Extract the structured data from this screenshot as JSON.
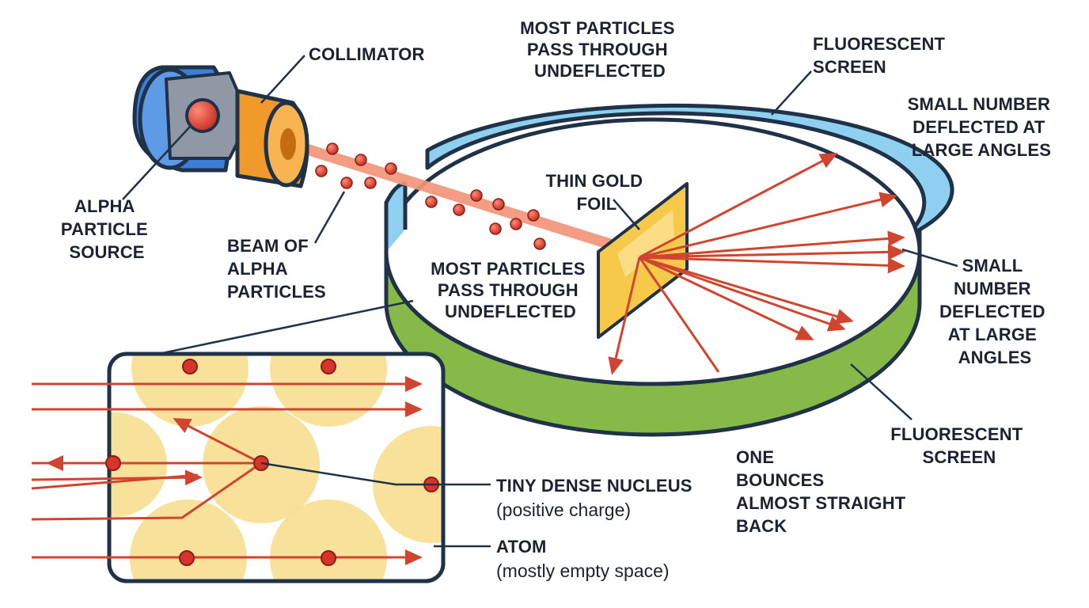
{
  "labels": {
    "collimator": "COLLIMATOR",
    "alpha_source": [
      "ALPHA",
      "PARTICLE",
      "SOURCE"
    ],
    "beam": [
      "BEAM OF",
      "ALPHA",
      "PARTICLES"
    ],
    "top_undeflected": [
      "MOST PARTICLES",
      "PASS THROUGH",
      "UNDEFLECTED"
    ],
    "fluorescent_top": [
      "FLUORESCENT",
      "SCREEN"
    ],
    "small_number_top": [
      "SMALL NUMBER",
      "DEFLECTED AT",
      "LARGE ANGLES"
    ],
    "gold_foil": [
      "THIN GOLD",
      "FOIL"
    ],
    "center_undeflected": [
      "MOST PARTICLES",
      "PASS THROUGH",
      "UNDEFLECTED"
    ],
    "small_number_right": [
      "SMALL",
      "NUMBER",
      "DEFLECTED",
      "AT LARGE",
      "ANGLES"
    ],
    "fluorescent_bottom": [
      "FLUORESCENT",
      "SCREEN"
    ],
    "bounce": [
      "ONE",
      "BOUNCES",
      "ALMOST STRAIGHT",
      "BACK"
    ],
    "nucleus": [
      "TINY DENSE NUCLEUS",
      "(positive charge)"
    ],
    "atom": [
      "ATOM",
      "(mostly empty space)"
    ]
  },
  "colors": {
    "screen_top": "#8fcff0",
    "screen_bottom": "#86b947",
    "outline": "#1f3247",
    "beam": "#f2967a",
    "particle": "#d6362a",
    "arrow": "#d0452f",
    "foil": "#f6c94a",
    "atom": "#f7dc8a",
    "source_blue": "#3b7dd8",
    "collimator_orange": "#f09a2c"
  }
}
